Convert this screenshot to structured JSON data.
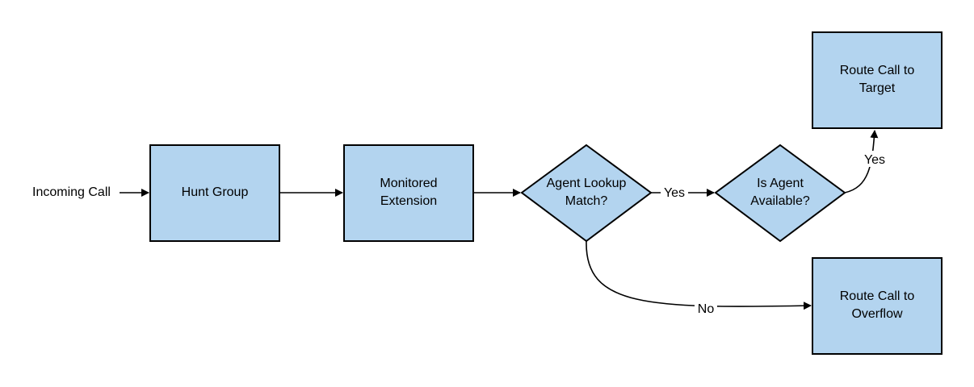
{
  "diagram": {
    "colors": {
      "node_fill": "#b3d4ef",
      "stroke": "#000000",
      "background": "#ffffff"
    },
    "start_label": "Incoming Call",
    "nodes": {
      "hunt_group": {
        "line1": "Hunt Group"
      },
      "monitored_extension": {
        "line1": "Monitored",
        "line2": "Extension"
      },
      "agent_lookup": {
        "line1": "Agent Lookup",
        "line2": "Match?"
      },
      "agent_available": {
        "line1": "Is Agent",
        "line2": "Available?"
      },
      "route_target": {
        "line1": "Route Call to",
        "line2": "Target"
      },
      "route_overflow": {
        "line1": "Route Call to",
        "line2": "Overflow"
      }
    },
    "edges": {
      "lookup_yes": "Yes",
      "available_yes": "Yes",
      "lookup_no": "No"
    }
  }
}
